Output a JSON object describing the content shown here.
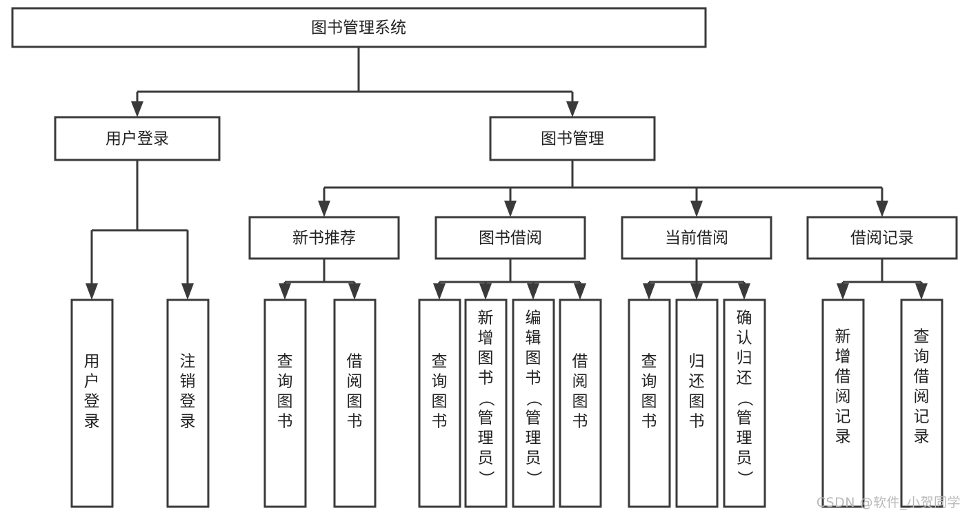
{
  "diagram": {
    "title": "图书管理系统",
    "type": "tree",
    "orientation": "top-down",
    "colors": {
      "background": "#ffffff",
      "box_fill": "#ffffff",
      "box_stroke": "#3a3a3a",
      "connector": "#3a3a3a",
      "text": "#222222",
      "watermark": "#b9b9b9"
    },
    "root": {
      "id": "root",
      "label": "图书管理系统",
      "text_orientation": "horizontal"
    },
    "level2": [
      {
        "id": "user-login",
        "label": "用户登录",
        "text_orientation": "horizontal"
      },
      {
        "id": "book-management",
        "label": "图书管理",
        "text_orientation": "horizontal"
      }
    ],
    "level3": [
      {
        "id": "new-book-recommend",
        "label": "新书推荐",
        "parent": "book-management",
        "text_orientation": "horizontal"
      },
      {
        "id": "book-borrow",
        "label": "图书借阅",
        "parent": "book-management",
        "text_orientation": "horizontal"
      },
      {
        "id": "current-borrow",
        "label": "当前借阅",
        "parent": "book-management",
        "text_orientation": "horizontal"
      },
      {
        "id": "borrow-record",
        "label": "借阅记录",
        "parent": "book-management",
        "text_orientation": "horizontal"
      }
    ],
    "leaves": [
      {
        "id": "leaf-user-login",
        "label": "用户登录",
        "parent": "user-login",
        "text_orientation": "vertical"
      },
      {
        "id": "leaf-user-logout",
        "label": "注销登录",
        "parent": "user-login",
        "text_orientation": "vertical"
      },
      {
        "id": "leaf-query-book-1",
        "label": "查询图书",
        "parent": "new-book-recommend",
        "text_orientation": "vertical"
      },
      {
        "id": "leaf-borrow-book-1",
        "label": "借阅图书",
        "parent": "new-book-recommend",
        "text_orientation": "vertical"
      },
      {
        "id": "leaf-query-book-2",
        "label": "查询图书",
        "parent": "book-borrow",
        "text_orientation": "vertical"
      },
      {
        "id": "leaf-add-book",
        "label": "新增图书（管理员）",
        "parent": "book-borrow",
        "text_orientation": "vertical"
      },
      {
        "id": "leaf-edit-book",
        "label": "编辑图书（管理员）",
        "parent": "book-borrow",
        "text_orientation": "vertical"
      },
      {
        "id": "leaf-borrow-book-2",
        "label": "借阅图书",
        "parent": "book-borrow",
        "text_orientation": "vertical"
      },
      {
        "id": "leaf-query-book-3",
        "label": "查询图书",
        "parent": "current-borrow",
        "text_orientation": "vertical"
      },
      {
        "id": "leaf-return-book",
        "label": "归还图书",
        "parent": "current-borrow",
        "text_orientation": "vertical"
      },
      {
        "id": "leaf-confirm-return",
        "label": "确认归还（管理员）",
        "parent": "current-borrow",
        "text_orientation": "vertical"
      },
      {
        "id": "leaf-add-record",
        "label": "新增借阅记录",
        "parent": "borrow-record",
        "text_orientation": "vertical"
      },
      {
        "id": "leaf-query-record",
        "label": "查询借阅记录",
        "parent": "borrow-record",
        "text_orientation": "vertical"
      }
    ]
  },
  "watermark": {
    "text": "CSDN @软件_小贺同学"
  }
}
